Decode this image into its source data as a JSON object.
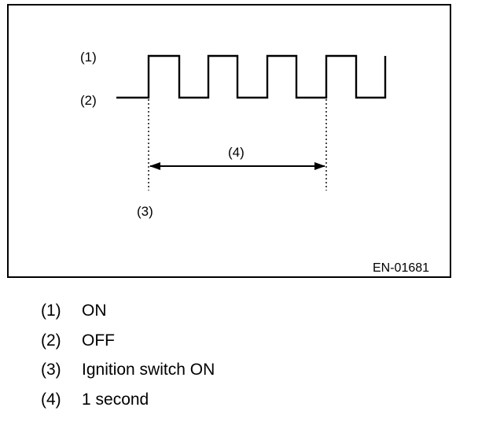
{
  "figure": {
    "code": "EN-01681",
    "labels": {
      "on": "(1)",
      "off": "(2)",
      "ignition": "(3)",
      "duration": "(4)"
    }
  },
  "legend": {
    "items": [
      {
        "number": "(1)",
        "text": "ON"
      },
      {
        "number": "(2)",
        "text": "OFF"
      },
      {
        "number": "(3)",
        "text": "Ignition switch ON"
      },
      {
        "number": "(4)",
        "text": "1 second"
      }
    ]
  }
}
